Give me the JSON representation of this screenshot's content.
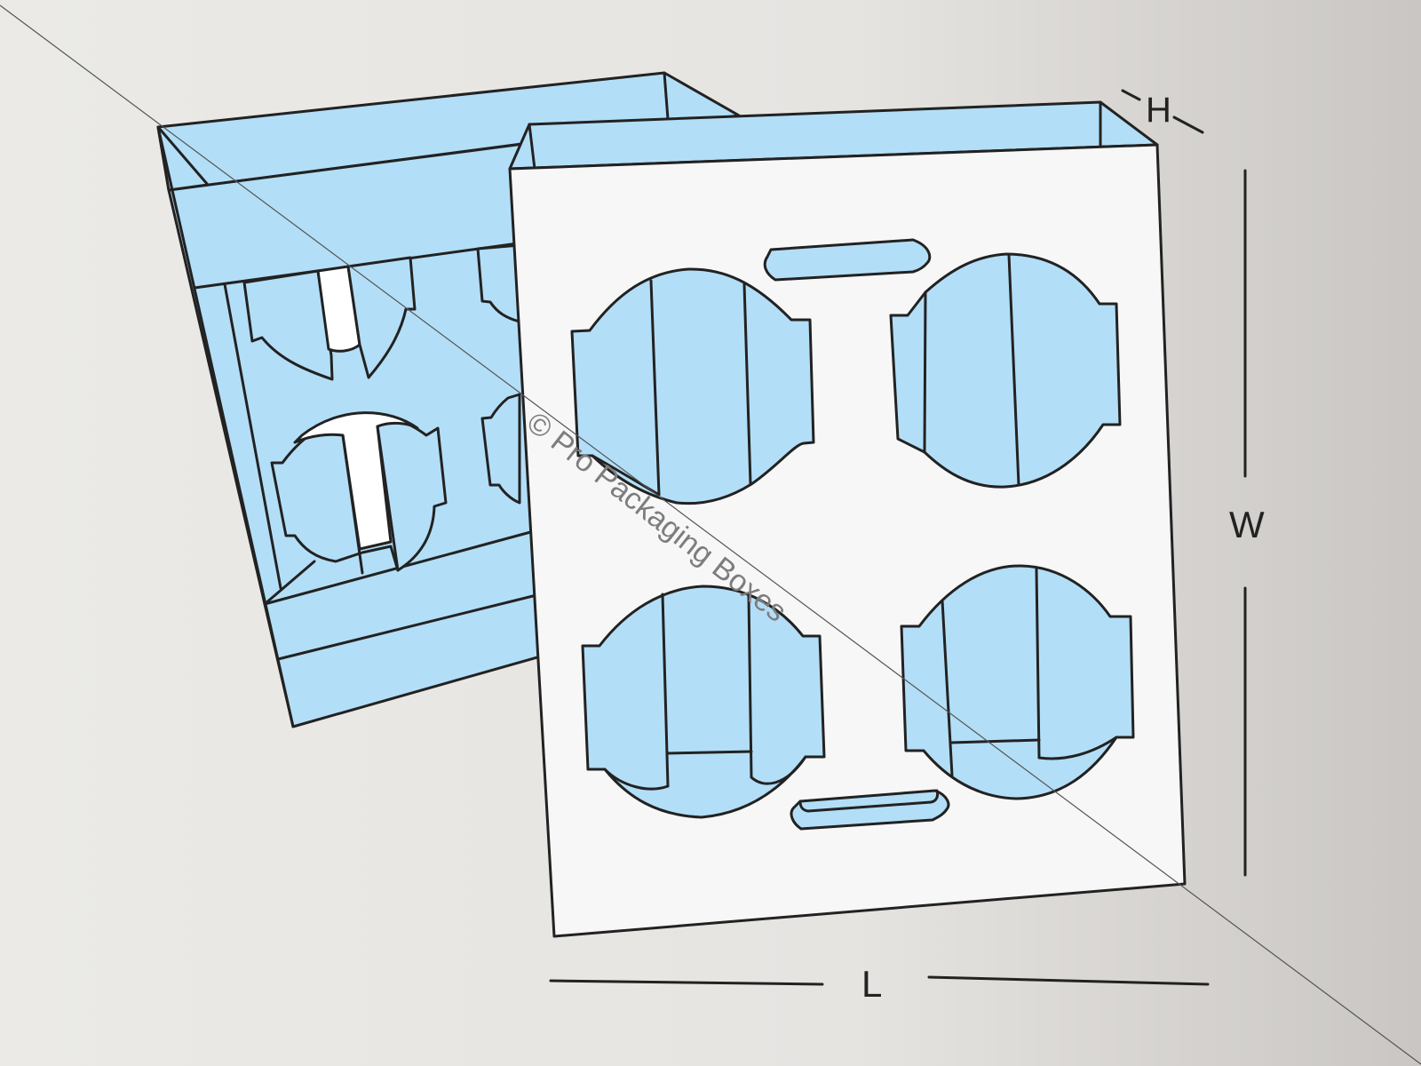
{
  "diagram": {
    "dimension_labels": {
      "length": "L",
      "width": "W",
      "height": "H"
    },
    "watermark": "© Pro Packaging Boxes",
    "colors": {
      "background_light": "#ebeae6",
      "background_dark": "#c9c6c3",
      "panel_fill": "#b3def7",
      "insert_fill": "#f7f7f8",
      "outline": "#222222",
      "watermark": "#7d7d7d"
    }
  }
}
